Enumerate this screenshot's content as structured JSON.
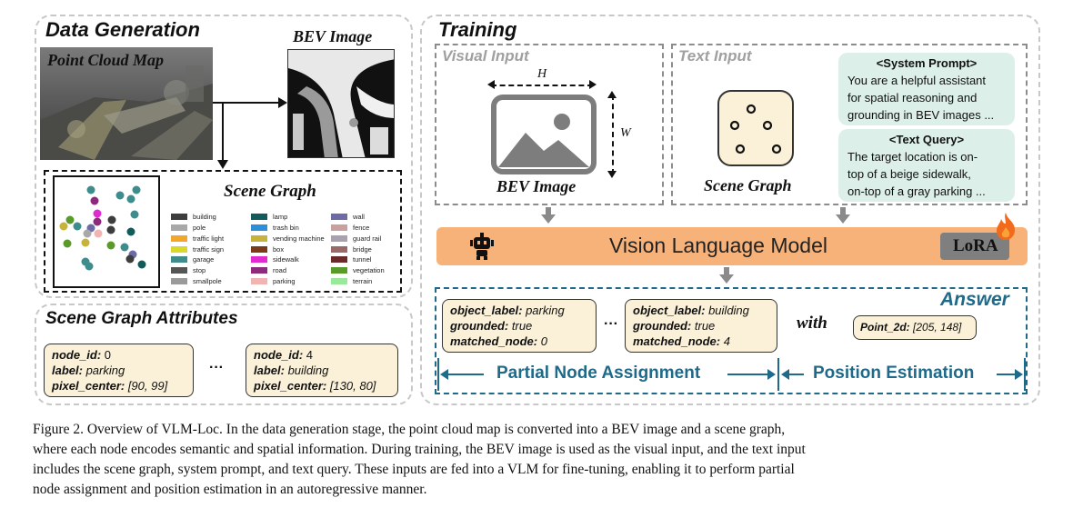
{
  "data_generation": {
    "title": "Data Generation",
    "point_cloud_label": "Point Cloud Map",
    "bev_label": "BEV Image",
    "scene_graph_title": "Scene Graph",
    "legend": [
      {
        "label": "building",
        "color": "#3d3d3d"
      },
      {
        "label": "pole",
        "color": "#a8a8a8"
      },
      {
        "label": "traffic light",
        "color": "#f2a72a"
      },
      {
        "label": "traffic sign",
        "color": "#d9d92a"
      },
      {
        "label": "garage",
        "color": "#3f8c8c"
      },
      {
        "label": "stop",
        "color": "#555555"
      },
      {
        "label": "smallpole",
        "color": "#9a9a9a"
      },
      {
        "label": "lamp",
        "color": "#135a5a"
      },
      {
        "label": "trash bin",
        "color": "#2f8fd6"
      },
      {
        "label": "vending machine",
        "color": "#c7b23c"
      },
      {
        "label": "box",
        "color": "#7a3b1b"
      },
      {
        "label": "sidewalk",
        "color": "#e22ad1"
      },
      {
        "label": "road",
        "color": "#8e2a7b"
      },
      {
        "label": "parking",
        "color": "#f2b3b3"
      },
      {
        "label": "wall",
        "color": "#6c6ba6"
      },
      {
        "label": "fence",
        "color": "#c9a0a0"
      },
      {
        "label": "guard rail",
        "color": "#a9a0b0"
      },
      {
        "label": "bridge",
        "color": "#9a6a6a"
      },
      {
        "label": "tunnel",
        "color": "#6b2a2a"
      },
      {
        "label": "vegetation",
        "color": "#5a9a2a"
      },
      {
        "label": "terrain",
        "color": "#9ae89a"
      }
    ]
  },
  "attributes": {
    "title": "Scene Graph Attributes",
    "ellipsis": "···",
    "cards": [
      {
        "k1": "node_id:",
        "v1": " 0",
        "k2": "label:",
        "v2": " parking",
        "k3": "pixel_center:",
        "v3": " [90, 99]"
      },
      {
        "k1": "node_id:",
        "v1": " 4",
        "k2": "label:",
        "v2": " building",
        "k3": "pixel_center:",
        "v3": " [130, 80]"
      }
    ]
  },
  "training": {
    "title": "Training",
    "visual_input": "Visual Input",
    "text_input": "Text Input",
    "dim_h": "H",
    "dim_w": "W",
    "bev_label": "BEV Image",
    "scene_graph_label": "Scene Graph",
    "system_prompt_header": "<System Prompt>",
    "system_prompt_lines": [
      "You are a helpful assistant",
      "for spatial reasoning and",
      "grounding in BEV images ..."
    ],
    "text_query_header": "<Text Query>",
    "text_query_lines": [
      "The target location is on-",
      "top of a beige sidewalk,",
      "on-top of a gray parking ..."
    ],
    "vlm_label": "Vision Language Model",
    "lora_label": "LoRA",
    "answer_label": "Answer",
    "answer_cards": [
      {
        "k1": "object_label:",
        "v1": " parking",
        "k2": "grounded:",
        "v2": " true",
        "k3": "matched_node:",
        "v3": " 0"
      },
      {
        "k1": "object_label:",
        "v1": " building",
        "k2": "grounded:",
        "v2": " true",
        "k3": "matched_node:",
        "v3": " 4"
      }
    ],
    "answer_ellipsis": "···",
    "with_label": "with",
    "point_key": "Point_2d:",
    "point_value": " [205, 148]",
    "partial_label": "Partial Node Assignment",
    "position_label": "Position Estimation"
  },
  "caption": {
    "lines": [
      "Figure 2. Overview of VLM-Loc. In the data generation stage, the point cloud map is converted into a BEV image and a scene graph,",
      "where each node encodes semantic and spatial information. During training, the BEV image is used as the visual input, and the text input",
      "includes the scene graph, system prompt, and text query. These inputs are fed into a VLM for fine-tuning, enabling it to perform partial",
      "node assignment and position estimation in an autoregressive manner."
    ]
  },
  "colors": {
    "vlm_bar": "#f7b27a",
    "answer_blue": "#1f6a8a",
    "card_fill": "#fbf1d9",
    "prompt_fill": "#dcefe9"
  }
}
